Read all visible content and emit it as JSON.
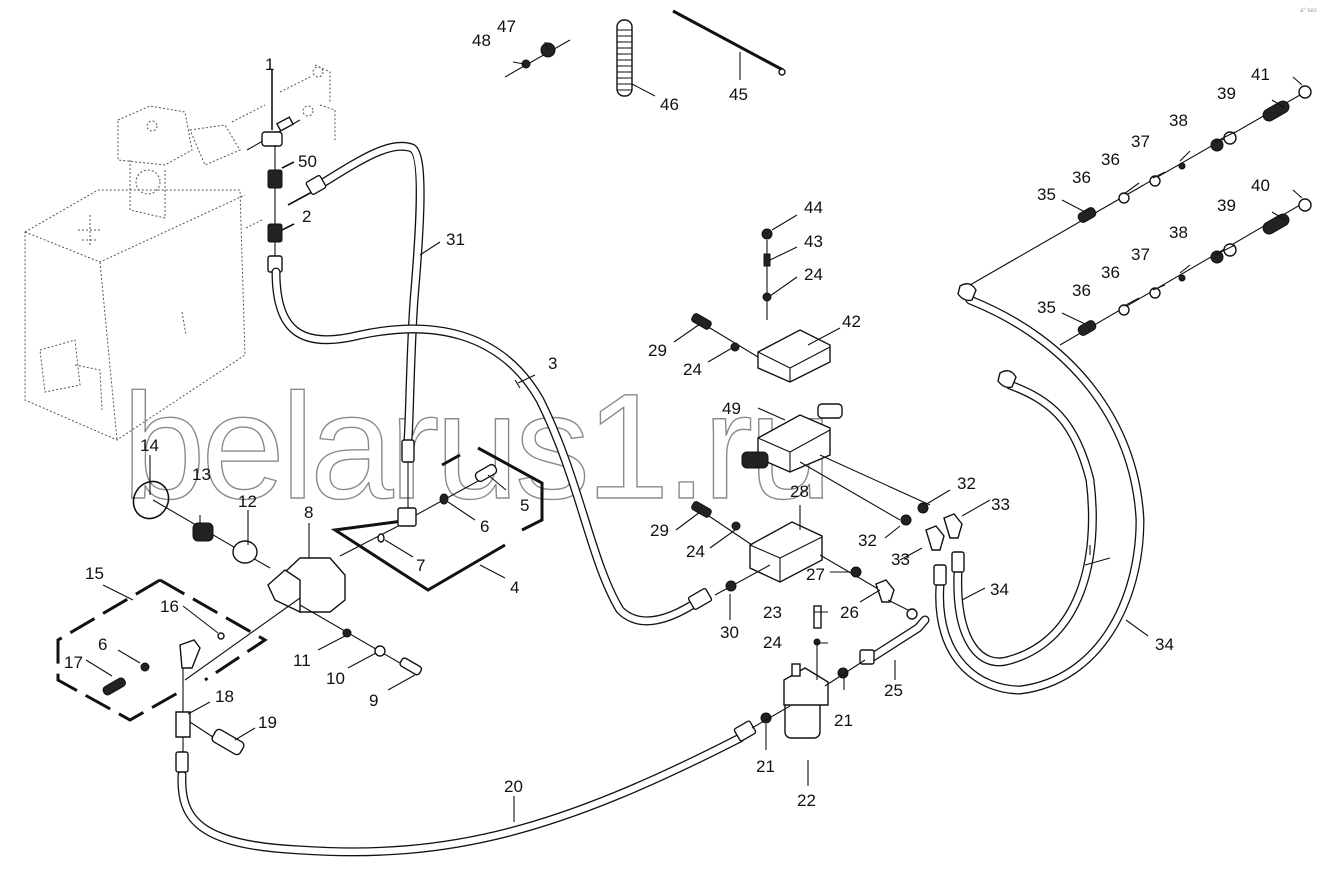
{
  "diagram": {
    "type": "exploded-parts-diagram",
    "subject": "hydraulic lines, filter and control valve assembly",
    "watermark": "belarus1.ru",
    "corner_mark": "a° ses",
    "callouts": [
      {
        "id": "c1",
        "text": "1",
        "part": "tee fitting"
      },
      {
        "id": "c50",
        "text": "50",
        "part": "adapter"
      },
      {
        "id": "c2",
        "text": "2",
        "part": "adapter"
      },
      {
        "id": "c31",
        "text": "31",
        "part": "hose"
      },
      {
        "id": "c3",
        "text": "3",
        "part": "hose"
      },
      {
        "id": "c47",
        "text": "47",
        "part": "nut"
      },
      {
        "id": "c48",
        "text": "48",
        "part": "washer"
      },
      {
        "id": "c46",
        "text": "46",
        "part": "spiral sleeve"
      },
      {
        "id": "c45",
        "text": "45",
        "part": "cable tie"
      },
      {
        "id": "c44",
        "text": "44",
        "part": "nut"
      },
      {
        "id": "c43",
        "text": "43",
        "part": "stud"
      },
      {
        "id": "c24a",
        "text": "24",
        "part": "washer"
      },
      {
        "id": "c42",
        "text": "42",
        "part": "plate"
      },
      {
        "id": "c29a",
        "text": "29",
        "part": "bolt"
      },
      {
        "id": "c24b",
        "text": "24",
        "part": "washer"
      },
      {
        "id": "c49",
        "text": "49",
        "part": "control valve"
      },
      {
        "id": "c28",
        "text": "28",
        "part": "valve block"
      },
      {
        "id": "c29b",
        "text": "29",
        "part": "bolt"
      },
      {
        "id": "c24c",
        "text": "24",
        "part": "washer"
      },
      {
        "id": "c27",
        "text": "27",
        "part": "adapter"
      },
      {
        "id": "c26",
        "text": "26",
        "part": "elbow"
      },
      {
        "id": "c30",
        "text": "30",
        "part": "adapter"
      },
      {
        "id": "c32a",
        "text": "32",
        "part": "adapter"
      },
      {
        "id": "c32b",
        "text": "32",
        "part": "adapter"
      },
      {
        "id": "c33a",
        "text": "33",
        "part": "elbow"
      },
      {
        "id": "c33b",
        "text": "33",
        "part": "elbow"
      },
      {
        "id": "c34a",
        "text": "34",
        "part": "hose"
      },
      {
        "id": "c34b",
        "text": "34",
        "part": "hose"
      },
      {
        "id": "c23",
        "text": "23",
        "part": "bolt"
      },
      {
        "id": "c24d",
        "text": "24",
        "part": "washer"
      },
      {
        "id": "c25",
        "text": "25",
        "part": "hose"
      },
      {
        "id": "c21a",
        "text": "21",
        "part": "adapter"
      },
      {
        "id": "c21b",
        "text": "21",
        "part": "adapter"
      },
      {
        "id": "c22",
        "text": "22",
        "part": "filter"
      },
      {
        "id": "c20",
        "text": "20",
        "part": "hose"
      },
      {
        "id": "c35a",
        "text": "35",
        "part": "adapter"
      },
      {
        "id": "c36a",
        "text": "36",
        "part": "washer"
      },
      {
        "id": "c36b",
        "text": "36",
        "part": "washer"
      },
      {
        "id": "c37a",
        "text": "37",
        "part": "o-ring"
      },
      {
        "id": "c38a",
        "text": "38",
        "part": "coupling half"
      },
      {
        "id": "c39a",
        "text": "39",
        "part": "coupling"
      },
      {
        "id": "c41",
        "text": "41",
        "part": "dust cap"
      },
      {
        "id": "c35b",
        "text": "35",
        "part": "adapter"
      },
      {
        "id": "c36c",
        "text": "36",
        "part": "washer"
      },
      {
        "id": "c36d",
        "text": "36",
        "part": "washer"
      },
      {
        "id": "c37b",
        "text": "37",
        "part": "o-ring"
      },
      {
        "id": "c38b",
        "text": "38",
        "part": "coupling half"
      },
      {
        "id": "c39b",
        "text": "39",
        "part": "coupling"
      },
      {
        "id": "c40",
        "text": "40",
        "part": "dust cap"
      },
      {
        "id": "c14",
        "text": "14",
        "part": "o-ring"
      },
      {
        "id": "c13",
        "text": "13",
        "part": "strainer"
      },
      {
        "id": "c12",
        "text": "12",
        "part": "seal ring"
      },
      {
        "id": "c8",
        "text": "8",
        "part": "pump"
      },
      {
        "id": "c5",
        "text": "5",
        "part": "bolt"
      },
      {
        "id": "c6a",
        "text": "6",
        "part": "washer"
      },
      {
        "id": "c7",
        "text": "7",
        "part": "o-ring"
      },
      {
        "id": "c4",
        "text": "4",
        "part": "fitting kit"
      },
      {
        "id": "c15",
        "text": "15",
        "part": "fitting kit"
      },
      {
        "id": "c16",
        "text": "16",
        "part": "o-ring"
      },
      {
        "id": "c6b",
        "text": "6",
        "part": "washer"
      },
      {
        "id": "c17",
        "text": "17",
        "part": "bolt"
      },
      {
        "id": "c11",
        "text": "11",
        "part": "o-ring"
      },
      {
        "id": "c10",
        "text": "10",
        "part": "washer"
      },
      {
        "id": "c9",
        "text": "9",
        "part": "bolt"
      },
      {
        "id": "c18",
        "text": "18",
        "part": "tee"
      },
      {
        "id": "c19",
        "text": "19",
        "part": "quick coupler"
      }
    ]
  }
}
